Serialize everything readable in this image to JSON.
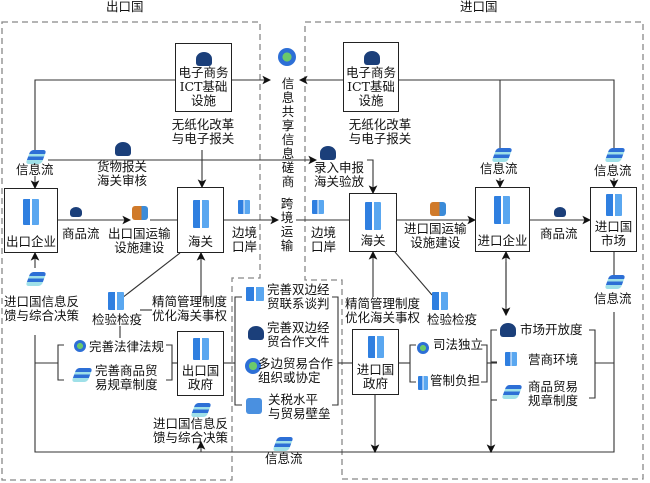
{
  "regions": {
    "export": "出口国",
    "import": "进口国"
  },
  "boxes": {
    "ict_left": "电子商务\nICT基础\n设施",
    "ict_right": "电子商务\nICT基础\n设施",
    "export_enterprise": "出口企业",
    "customs_left": "海关",
    "customs_right": "海关",
    "import_enterprise": "进口企业",
    "import_market": "进口国\n市场",
    "export_gov": "出口国\n政府",
    "import_gov": "进口国\n政府"
  },
  "labels": {
    "info_share": "信息\n共享\n信息\n磋商",
    "paperless_left": "无纸化改革\n与电子报关",
    "paperless_right": "无纸化改革\n与电子报关",
    "info_flow_1": "信息流",
    "goods_declare": "货物报关\n海关审核",
    "entry_declare": "录入申报\n海关验放",
    "info_flow_2": "信息流",
    "info_flow_3": "信息流",
    "goods_flow_1": "商品流",
    "export_transport": "出口国运输\n设施建设",
    "border_left": "边境\n口岸",
    "cross_border": "跨\n境\n运\n输",
    "border_right": "边境\n口岸",
    "import_transport": "进口国运输\n设施建设",
    "goods_flow_2": "商品流",
    "feedback_left": "进口国信息反\n馈与综合决策",
    "inspection_left": "检验检疫",
    "streamline_left": "精简管理制度\n优化海关事权",
    "laws": "完善法律法规",
    "trade_rules_left": "完善商品贸\n易规章制度",
    "bilateral_talks": "完善双边经\n贸联系谈判",
    "bilateral_docs": "完善双边经\n贸合作文件",
    "multilateral": "多边贸易合作\n组织或协定",
    "tariff": "关税水平\n与贸易壁垒",
    "feedback_mid": "进口国信息反\n馈与综合决策",
    "info_flow_bottom": "信息流",
    "streamline_right": "精简管理制度\n优化海关事权",
    "inspection_right": "检验检疫",
    "judicial": "司法独立",
    "regulatory": "管制负担",
    "market_open": "市场开放度",
    "business_env": "营商环境",
    "trade_rules_right": "商品贸易\n规章制度",
    "info_flow_4": "信息流"
  }
}
